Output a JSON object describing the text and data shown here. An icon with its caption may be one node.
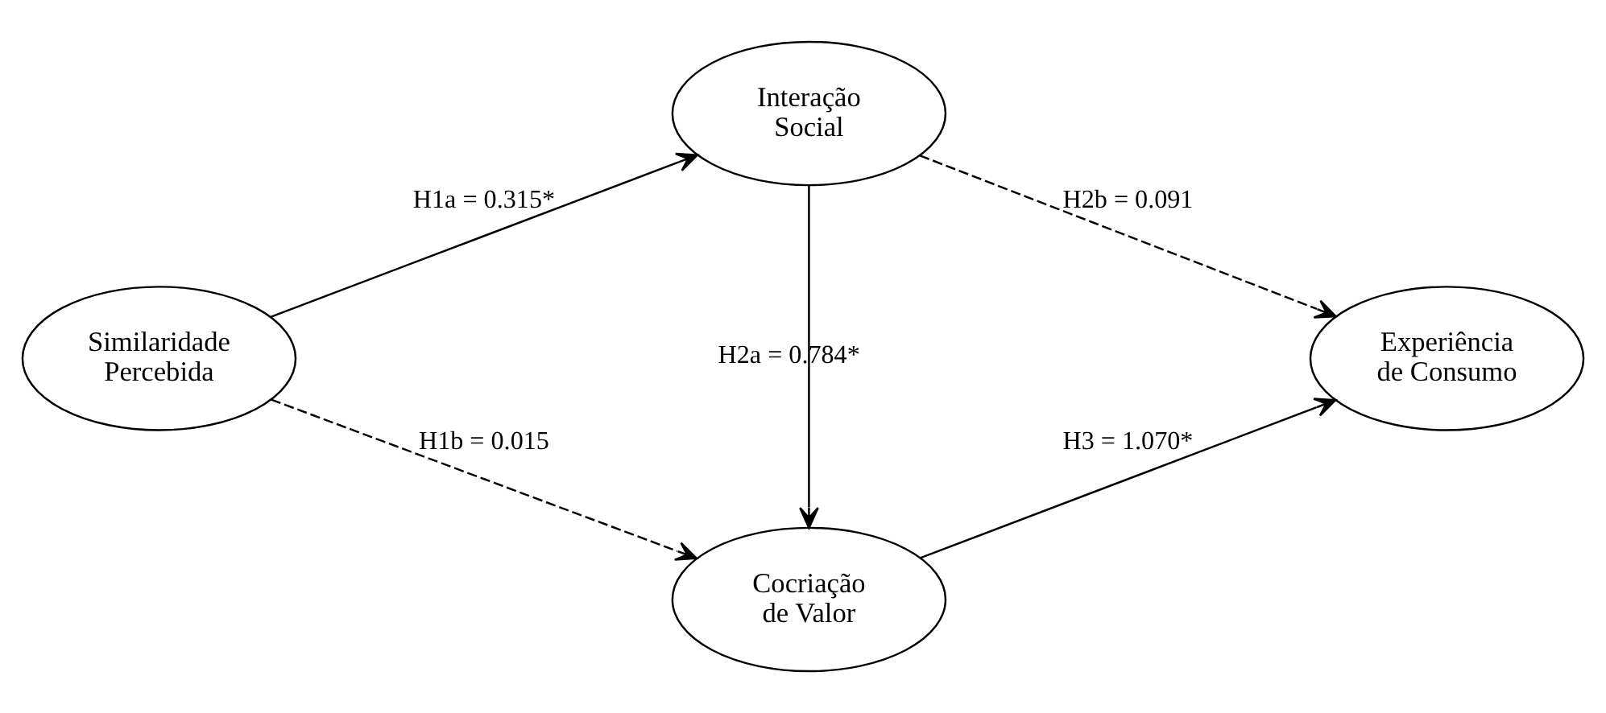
{
  "diagram": {
    "nodes": [
      {
        "text": [
          "Similaridade Percebida"
        ]
      },
      {
        "text": [
          "Interação Social"
        ]
      },
      {
        "text": [
          "Cocriação de Valor"
        ]
      },
      {
        "text": [
          "Experiência de Consumo"
        ]
      }
    ],
    "edges": [
      {
        "from": 0,
        "to": 1,
        "arrow": "to",
        "label": "H1a = 0.315*"
      },
      {
        "from": 0,
        "to": 2,
        "arrow": "to",
        "label": "H1b = 0.015",
        "style": "dashed"
      },
      {
        "from": 1,
        "to": 2,
        "arrow": "to",
        "label": "H2a = 0.784*"
      },
      {
        "from": 1,
        "to": 3,
        "arrow": "to",
        "label": "H2b = 0.091",
        "style": "dashed"
      },
      {
        "from": 2,
        "to": 3,
        "arrow": "to",
        "label": "H3 = 1.070*"
      }
    ]
  }
}
